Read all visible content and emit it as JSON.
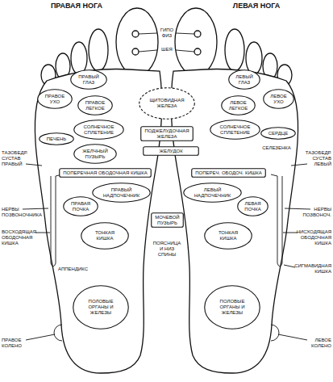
{
  "diagram": {
    "nodes": [
      {
        "text": [
          "ПРАВЫЙ ГЛАЗ"
        ]
      },
      {
        "text": [
          "ЛЕВЫЙ ГЛАЗ"
        ]
      },
      {
        "text": [
          "ПРАВОЕ УХО"
        ]
      },
      {
        "text": [
          "ЛЕВОЕ УХО"
        ]
      },
      {
        "text": [
          "ПРАВОЕ ЛЕГКОЕ"
        ]
      },
      {
        "text": [
          "ЩИТОВИДНАЯ ЖЕЛЕЗА"
        ]
      },
      {
        "text": [
          "ЛЕВОЕ ЛЕГКОЕ"
        ]
      },
      {
        "text": [
          "СОЛНЕЧНОЕ СПЛЕТЕНИЕ"
        ]
      },
      {
        "text": [
          "ПОДЖЕЛУДОЧНАЯ ЖЕЛЕЗА"
        ]
      },
      {
        "text": [
          "СОЛНЕЧНОЕ СПЛЕТЕНИЕ"
        ]
      },
      {
        "text": [
          "СЕРДЦЕ"
        ]
      },
      {
        "text": [
          "ПЕЧЕНЬ"
        ]
      },
      {
        "text": [
          "ЖЕЛЧНЫЙ ПУЗЫРЬ"
        ]
      },
      {
        "text": [
          "ЖЕЛУДОК"
        ]
      },
      {
        "text": [
          "ПОПЕРЕЧНАЯ ОБОДОЧНАЯ КИШКА"
        ]
      },
      {
        "text": [
          "ПОПЕРЕЧ. ОБОДОЧ. КИШКА"
        ]
      },
      {
        "text": [
          "ПРАВЫЙ НАДПОЧЕЧНИК"
        ]
      },
      {
        "text": [
          "ЛЕВЫЙ НАДПОЧЕЧНИК"
        ]
      },
      {
        "text": [
          "ПРАВАЯ ПОЧКА"
        ]
      },
      {
        "text": [
          "ЛЕВАЯ ПОЧКА"
        ]
      },
      {
        "text": [
          "МОЧЕВОЙ ПУЗЫРЬ"
        ]
      },
      {
        "text": [
          "ТОНКАЯ КИШКА"
        ]
      },
      {
        "text": [
          "ТОНКАЯ КИШКА"
        ]
      },
      {
        "text": [
          "ПОЛОВЫЕ ОРГАНЫ И ЖЕЛЕЗЫ"
        ]
      },
      {
        "text": [
          "ПОЛОВЫЕ ОРГАНЫ И ЖЕЛЕЗЫ"
        ]
      }
    ],
    "labels": [
      "ПРАВАЯ НОГА",
      "ЛЕВАЯ НОГА",
      "ГИПО ФИЗ",
      "ШЕЯ",
      "ТАЗОБЕДР. СУСТАВ ПРАВЫЙ",
      "ТАЗОБЕДР. СУСТАВ ЛЕВЫЙ",
      "СЕЛЕЗЕНКА",
      "НЕРВЫ ПОЗВОНОЧНИКА",
      "НЕРВЫ ПОЗВОНОЧ.",
      "ВОСХОДЯЩАЯ ОБОДОЧНАЯ КИШКА",
      "НИСХОДЯЩАЯ ОБОДОЧНАЯ КИШКА",
      "ПОЯСНИЦА И НИЗ СПИНЫ",
      "АППЕНДИКС",
      "СИГМАВИДНАЯ КИШКА",
      "ПРАВОЕ КОЛЕНО",
      "ЛЕВОЕ КОЛЕНО"
    ]
  }
}
